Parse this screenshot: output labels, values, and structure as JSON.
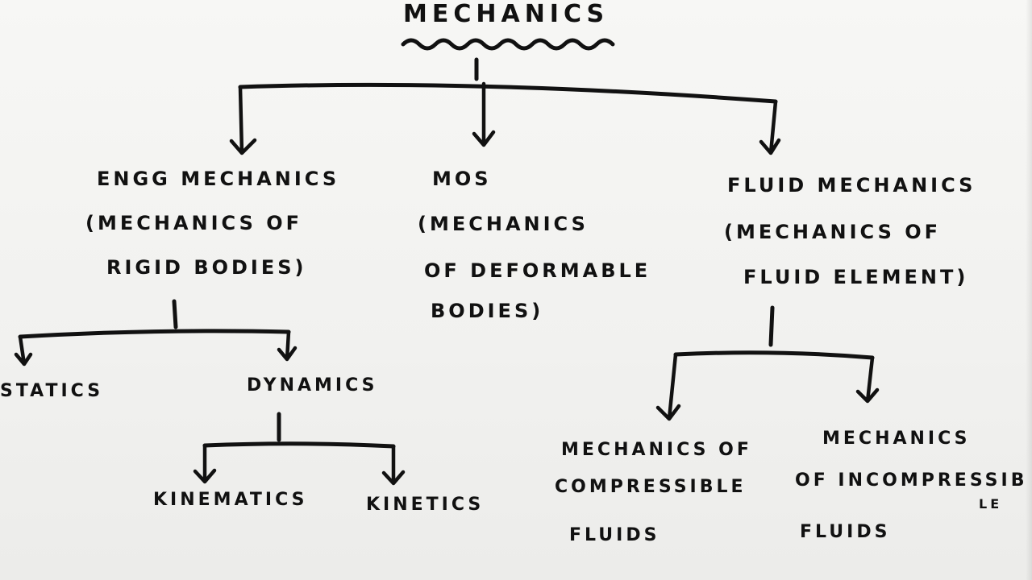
{
  "root": {
    "title": "MECHANICS"
  },
  "branches": [
    {
      "lines": [
        "ENGG MECHANICS",
        "(MECHANICS OF",
        "RIGID BODIES)"
      ],
      "children": [
        {
          "label": "STATICS"
        },
        {
          "label": "DYNAMICS",
          "children": [
            {
              "label": "KINEMATICS"
            },
            {
              "label": "KINETICS"
            }
          ]
        }
      ]
    },
    {
      "lines": [
        "MOS",
        "(MECHANICS",
        "OF DEFORMABLE",
        "BODIES)"
      ]
    },
    {
      "lines": [
        "FLUID MECHANICS",
        "(MECHANICS OF",
        "FLUID ELEMENT)"
      ],
      "children": [
        {
          "lines": [
            "MECHANICS OF",
            "COMPRESSIBLE",
            "FLUIDS"
          ]
        },
        {
          "lines": [
            "MECHANICS",
            "OF INCOMPRESSIB",
            "LE",
            "FLUIDS"
          ]
        }
      ]
    }
  ],
  "colors": {
    "ink": "#111111",
    "board": "#f3f3f1"
  }
}
